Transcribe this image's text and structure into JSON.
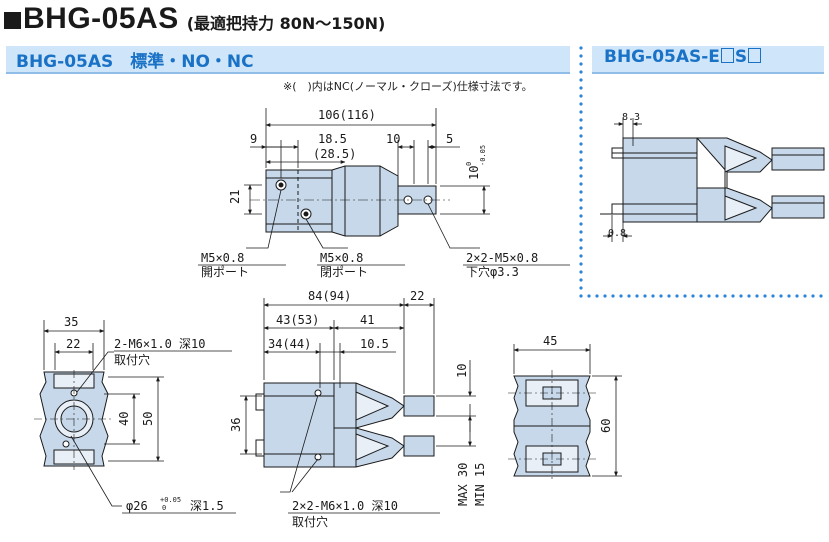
{
  "header": {
    "model": "BHG-05AS",
    "subtitle": "(最適把持力 80N～150N)"
  },
  "sections": {
    "main": "BHG-05AS　標準・NO・NC",
    "variant_prefix": "BHG-05AS-E",
    "variant_mid": "S"
  },
  "note": "※(　)内はNC(ノーマル・クローズ)仕様寸法です。",
  "top_view": {
    "overall": "106(116)",
    "d9": "9",
    "d18": "18.5",
    "d28": "(28.5)",
    "d10": "10",
    "d5": "5",
    "d21": "21",
    "d10tol": "10",
    "tol_up": "0",
    "tol_dn": "-0.05",
    "port1_a": "M5×0.8",
    "port1_b": "開ポート",
    "port2_a": "M5×0.8",
    "port2_b": "閉ポート",
    "hole_a": "2×2-M5×0.8",
    "hole_b": "下穴φ3.3"
  },
  "variant_view": {
    "d83": "8.3",
    "d08": "0.8"
  },
  "end_view": {
    "d35": "35",
    "d22": "22",
    "d40": "40",
    "d50": "50",
    "tap_a": "2-M6×1.0 深10",
    "tap_b": "取付穴",
    "bore_a": "φ26",
    "bore_tol": "+0.05",
    "bore_tol2": "0",
    "bore_b": "深1.5"
  },
  "side_view": {
    "d84": "84(94)",
    "d22": "22",
    "d43": "43(53)",
    "d41": "41",
    "d34": "34(44)",
    "d105": "10.5",
    "d36": "36",
    "d10": "10",
    "max": "MAX 30",
    "min": "MIN 15",
    "tap_a": "2×2-M6×1.0 深10",
    "tap_b": "取付穴"
  },
  "jaw_view": {
    "d45": "45",
    "d60": "60"
  },
  "colors": {
    "body": "#c6d8ea",
    "band": "#cfe5f9",
    "band_text": "#1a72c6",
    "divider": "#2b86d6",
    "line": "#1a1a1a"
  }
}
